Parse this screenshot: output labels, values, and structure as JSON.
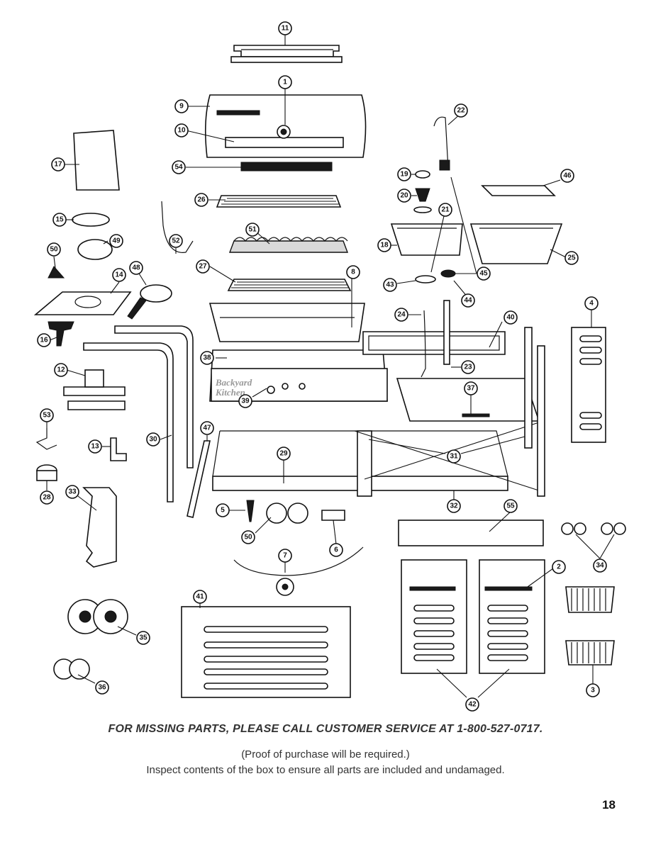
{
  "callouts": [
    "1",
    "2",
    "3",
    "4",
    "5",
    "6",
    "7",
    "8",
    "9",
    "10",
    "11",
    "12",
    "13",
    "14",
    "15",
    "16",
    "17",
    "18",
    "19",
    "20",
    "21",
    "22",
    "23",
    "24",
    "25",
    "26",
    "27",
    "28",
    "29",
    "30",
    "31",
    "32",
    "33",
    "34",
    "35",
    "36",
    "37",
    "38",
    "39",
    "40",
    "41",
    "42",
    "43",
    "44",
    "45",
    "46",
    "47",
    "48",
    "49",
    "50",
    "51",
    "52",
    "53",
    "54",
    "55"
  ],
  "brand": {
    "line1": "Backyard",
    "line2": "Kitchen"
  },
  "footer": {
    "missing_parts": "FOR MISSING PARTS, PLEASE CALL CUSTOMER SERVICE AT 1-800-527-0717.",
    "proof": "(Proof of purchase will be required.)",
    "inspect": "Inspect contents of the box to ensure all parts are included and undamaged."
  },
  "page_number": "18"
}
